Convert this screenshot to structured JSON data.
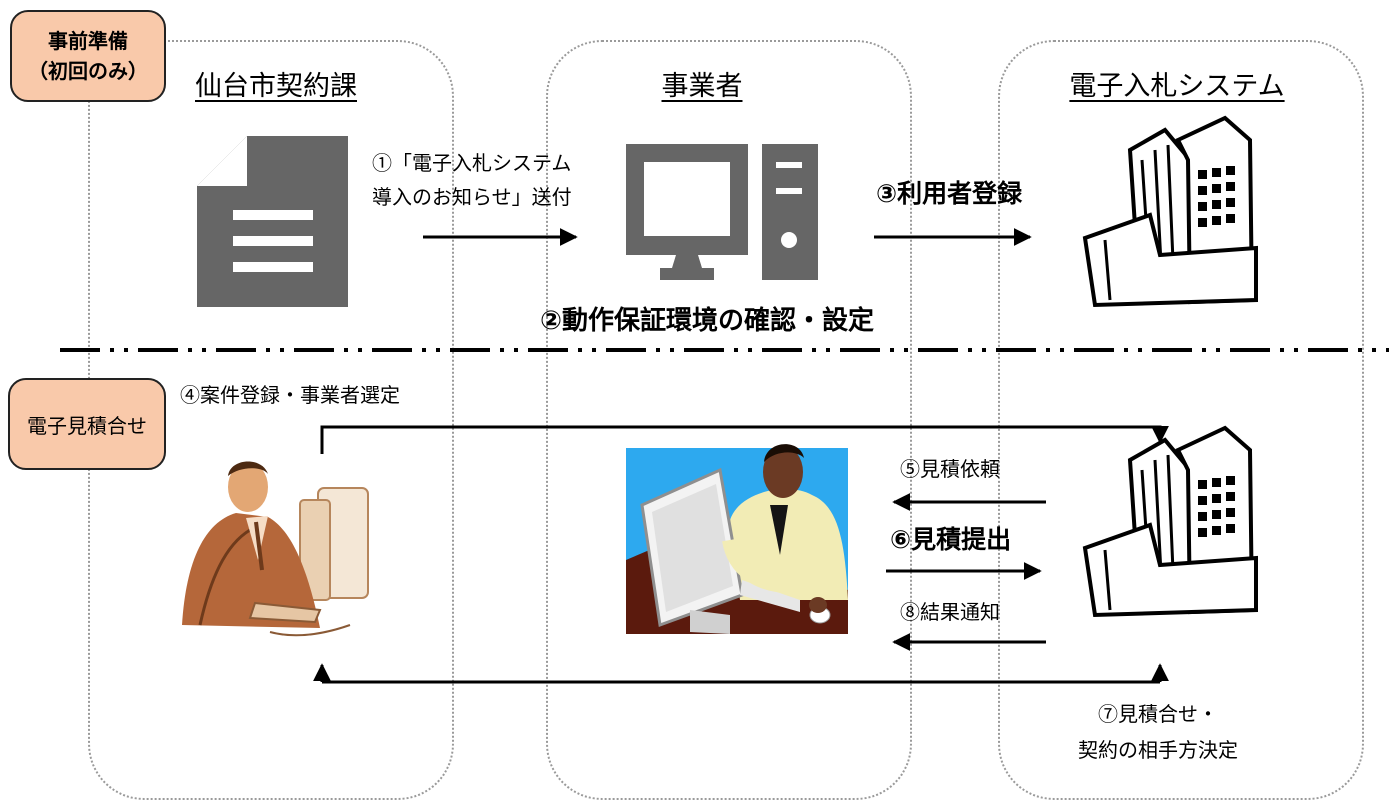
{
  "phases": {
    "preparation": {
      "line1": "事前準備",
      "line2": "（初回のみ）"
    },
    "quotation": {
      "label": "電子見積合せ"
    }
  },
  "columns": {
    "city": "仙台市契約課",
    "business": "事業者",
    "system": "電子入札システム"
  },
  "steps": {
    "s1_line1": "①「電子入札システム",
    "s1_line2": "導入のお知らせ」送付",
    "s2": "②動作保証環境の確認・設定",
    "s3": "③利用者登録",
    "s4": "④案件登録・事業者選定",
    "s5": "⑤見積依頼",
    "s6": "⑥見積提出",
    "s7_line1": "⑦見積合せ・",
    "s7_line2": "契約の相手方決定",
    "s8": "⑧結果通知"
  },
  "icons": [
    "document-icon",
    "computer-icon",
    "building-icon",
    "clerk-illustration",
    "businessman-illustration"
  ]
}
